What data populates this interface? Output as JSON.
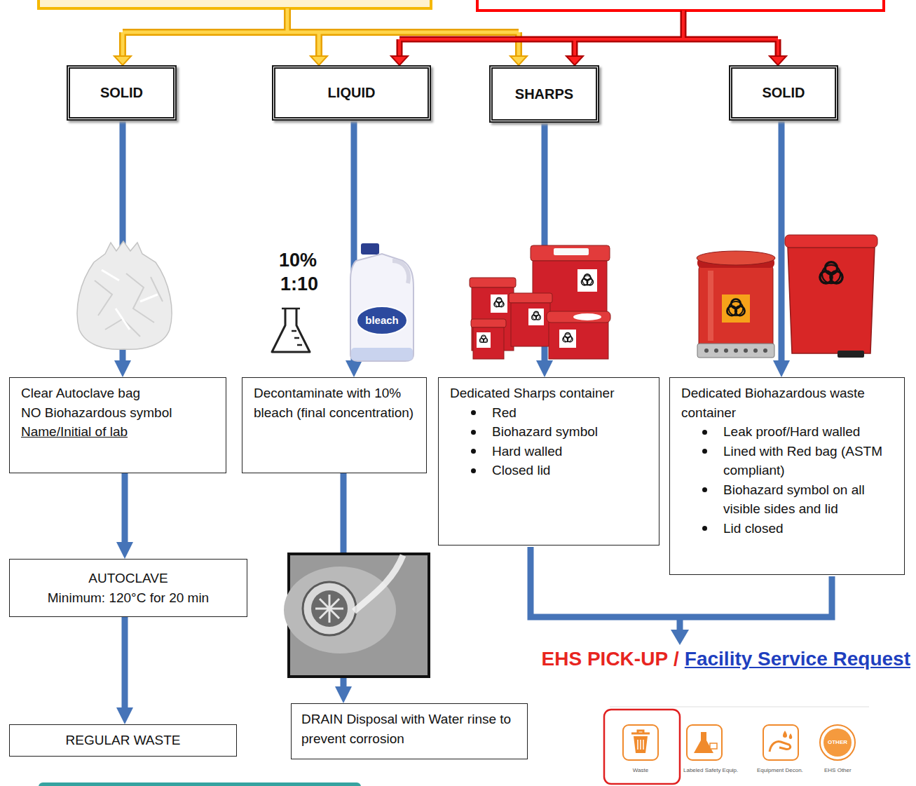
{
  "diagram": {
    "nodes": [
      {
        "text": [
          "SOLID"
        ]
      },
      {
        "text": [
          "LIQUID"
        ]
      },
      {
        "text": [
          "SHARPS"
        ]
      },
      {
        "text": [
          "SOLID"
        ]
      },
      {
        "text": [
          "Clear Autoclave bag",
          "NO Biohazardous symbol",
          "Name/Initial of lab"
        ]
      },
      {
        "text": [
          "Decontaminate with 10% bleach (final concentration)"
        ]
      },
      {
        "text": [
          "Dedicated Sharps container",
          "Red",
          "Biohazard symbol",
          "Hard walled",
          "Closed lid"
        ]
      },
      {
        "text": [
          "Dedicated Biohazardous waste container",
          "Leak proof/Hard walled",
          "Lined with Red bag (ASTM compliant)",
          "Biohazard symbol on all visible sides and lid",
          "Lid closed"
        ]
      },
      {
        "text": [
          "AUTOCLAVE",
          "Minimum: 120°C for 20 min"
        ]
      },
      {
        "text": [
          "REGULAR WASTE"
        ]
      },
      {
        "text": [
          "DRAIN Disposal with Water rinse to prevent corrosion"
        ]
      }
    ],
    "edges": [
      {
        "from": 0,
        "to": 4,
        "arrow": "to"
      },
      {
        "from": 1,
        "to": 5,
        "arrow": "to"
      },
      {
        "from": 2,
        "to": 6,
        "arrow": "to"
      },
      {
        "from": 3,
        "to": 7,
        "arrow": "to"
      },
      {
        "from": 4,
        "to": 8,
        "arrow": "to"
      },
      {
        "from": 8,
        "to": 9,
        "arrow": "to"
      },
      {
        "from": 5,
        "to": 10,
        "arrow": "to"
      }
    ],
    "labels": [
      "10%",
      "1:10",
      "bleach",
      "EHS PICK-UP",
      "/",
      "Facility Service Request",
      "OTHER",
      "Waste",
      "Labeled Safety Equip.",
      "Equipment Decon.",
      "EHS Other"
    ]
  }
}
